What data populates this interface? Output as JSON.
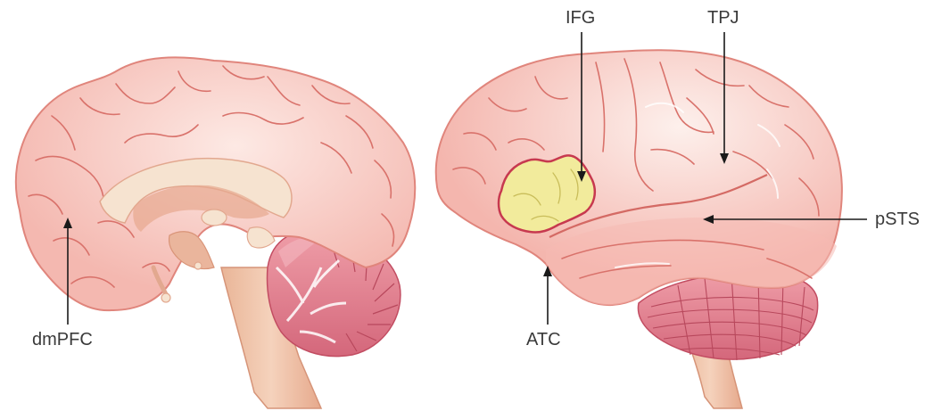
{
  "figure": {
    "views": [
      "medial-sagittal-brain",
      "lateral-left-brain"
    ],
    "colors": {
      "cortex_fill": "#f7c4bc",
      "cortex_stroke": "#e0857c",
      "gyrus_line": "#d9726b",
      "highlight": "#fbe3dd",
      "cerebellum": "#e6899a",
      "cerebellum_stroke": "#c24d62",
      "brainstem": "#f0c0a3",
      "corpus_callosum": "#f6e3d0",
      "ifg_fill": "#f2eb9c",
      "ifg_stroke": "#c7394f",
      "label_color": "#3a3a3a",
      "arrow_color": "#1a1a1a"
    }
  },
  "labels": {
    "dmpfc": "dmPFC",
    "ifg": "IFG",
    "tpj": "TPJ",
    "psts": "pSTS",
    "atc": "ATC"
  }
}
